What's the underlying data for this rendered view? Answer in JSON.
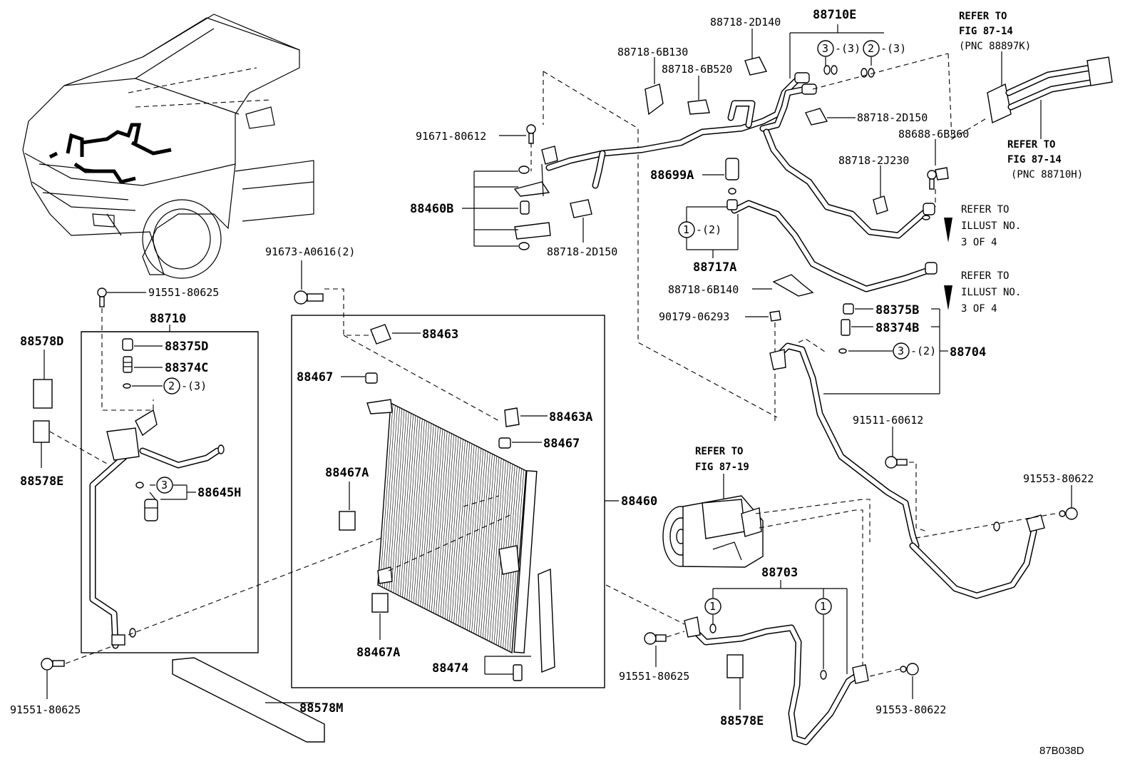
{
  "figure_code": "87B038D",
  "refer_texts": {
    "fig_87_14_a": [
      "REFER TO",
      "FIG 87-14",
      "(PNC 88897K)"
    ],
    "fig_87_14_b": [
      "REFER TO",
      "FIG 87-14",
      "(PNC 88710H)"
    ],
    "illust_a": [
      "REFER TO",
      "ILLUST NO.",
      "3 OF 4"
    ],
    "illust_b": [
      "REFER TO",
      "ILLUST NO.",
      "3 OF 4"
    ],
    "fig_87_19": [
      "REFER TO",
      "FIG 87-19"
    ]
  },
  "part_labels": {
    "p88718_2D140": "88718-2D140",
    "p88710E": "88710E",
    "p88718_6B130": "88718-6B130",
    "p88718_6B520": "88718-6B520",
    "p91671_80612": "91671-80612",
    "p88718_2D150_top": "88718-2D150",
    "p88688_6B360": "88688-6B360",
    "p88699A": "88699A",
    "p88718_2J230": "88718-2J230",
    "p88460B": "88460B",
    "p88718_2D150_mid": "88718-2D150",
    "p88717A": "88717A",
    "p91673_A0616": "91673-A0616(2)",
    "p88718_6B140": "88718-6B140",
    "p91551_80625_top": "91551-80625",
    "p90179_06293": "90179-06293",
    "p88375B": "88375B",
    "p88374B": "88374B",
    "p88704": "88704",
    "p88710": "88710",
    "p88578D": "88578D",
    "p88375D": "88375D",
    "p88374C": "88374C",
    "p88463": "88463",
    "p88467_top": "88467",
    "p88463A": "88463A",
    "p88467_mid": "88467",
    "p88578E_left": "88578E",
    "p88645H": "88645H",
    "p88467A_top": "88467A",
    "p88460": "88460",
    "p91511_60612": "91511-60612",
    "p91553_80622_right": "91553-80622",
    "p88703": "88703",
    "p88467A_bottom": "88467A",
    "p88474": "88474",
    "p91551_80625_mid": "91551-80625",
    "p88578E_bottom": "88578E",
    "p91553_80622_bottom": "91553-80622",
    "p91551_80625_left": "91551-80625",
    "p88578M": "88578M"
  },
  "callouts": {
    "c3_top": {
      "num": "3",
      "qty": "-(3)"
    },
    "c2_top": {
      "num": "2",
      "qty": "-(3)"
    },
    "c1_88717A": {
      "num": "1",
      "qty": "-(2)"
    },
    "c3_88704": {
      "num": "3",
      "qty": "-(2)"
    },
    "c2_88710": {
      "num": "2",
      "qty": "-(3)"
    },
    "c3_88645H": {
      "num": "3",
      "qty": ""
    },
    "c1_88703_a": {
      "num": "1",
      "qty": ""
    },
    "c1_88703_b": {
      "num": "1",
      "qty": ""
    }
  }
}
